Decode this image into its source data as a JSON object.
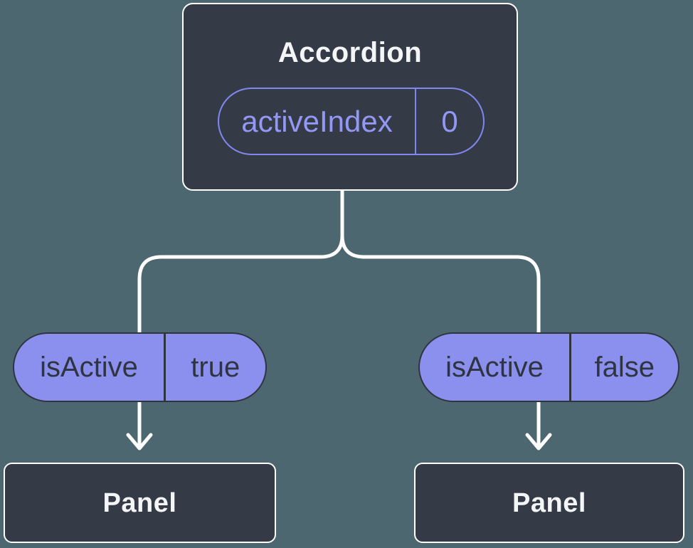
{
  "colors": {
    "background": "#4d6770",
    "node_fill": "#343a46",
    "node_border": "#ffffff",
    "accent_purple_fill": "#8b90ee",
    "accent_purple_outline": "#8187ee",
    "accent_purple_text": "#9298f4",
    "pill_text_dark": "#2f3540",
    "line": "#ffffff"
  },
  "tree": {
    "root": {
      "title": "Accordion",
      "prop": {
        "name": "activeIndex",
        "value": "0"
      }
    },
    "children": [
      {
        "prop": {
          "name": "isActive",
          "value": "true"
        },
        "title": "Panel"
      },
      {
        "prop": {
          "name": "isActive",
          "value": "false"
        },
        "title": "Panel"
      }
    ]
  }
}
